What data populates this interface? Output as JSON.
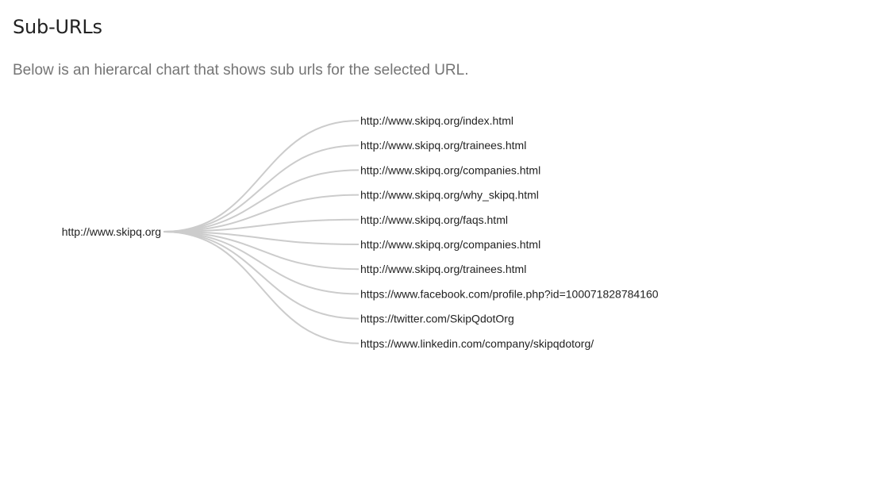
{
  "header": {
    "title": "Sub-URLs",
    "subtitle": "Below is an hierarcal chart that shows sub urls for the selected URL."
  },
  "tree": {
    "root": "http://www.skipq.org",
    "children": [
      "http://www.skipq.org/index.html",
      "http://www.skipq.org/trainees.html",
      "http://www.skipq.org/companies.html",
      "http://www.skipq.org/why_skipq.html",
      "http://www.skipq.org/faqs.html",
      "http://www.skipq.org/companies.html",
      "http://www.skipq.org/trainees.html",
      "https://www.facebook.com/profile.php?id=100071828784160",
      "https://twitter.com/SkipQdotOrg",
      "https://www.linkedin.com/company/skipqdotorg/"
    ],
    "link_color": "#cccccc"
  }
}
